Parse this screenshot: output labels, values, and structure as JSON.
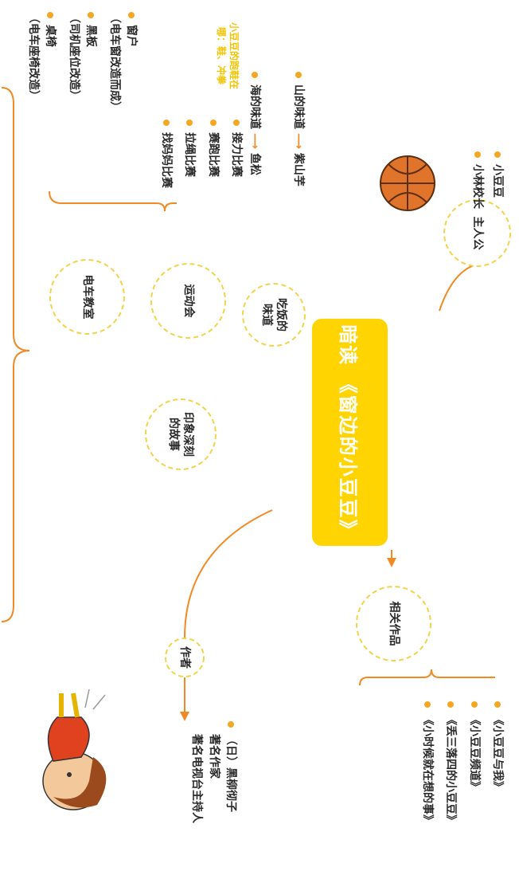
{
  "center": {
    "title": "暗读 《窗边的小豆豆》"
  },
  "branches": {
    "story": {
      "label": "印象深刻的故事"
    },
    "author": {
      "label": "作者",
      "details": [
        "（日）黑柳彻子",
        "著名作家",
        "著名电视台主持人"
      ]
    },
    "works": {
      "label": "相关作品",
      "items": [
        "《小豆豆与我》",
        "《小豆豆频道》",
        "《丢三落四的小豆豆》",
        "《小时候就在想的事》"
      ]
    },
    "characters": {
      "label": "主人公",
      "items": [
        "小豆豆",
        "小林校长"
      ]
    }
  },
  "sub": {
    "classroom": {
      "label": "电车教室",
      "items": [
        {
          "name": "窗户",
          "note": "（电车窗改造而成）"
        },
        {
          "name": "黑板",
          "note": "（司机座位改造）"
        },
        {
          "name": "桌椅",
          "note": "（电车座椅改造）"
        }
      ]
    },
    "sports": {
      "label": "运动会",
      "items": [
        "接力比赛",
        "赛跑比赛",
        "拉绳比赛",
        "找妈妈比赛"
      ],
      "note": "小豆豆的跑鞋在哪：鞋、冲拳"
    },
    "meal": {
      "label": "吃饭的味道",
      "items": [
        {
          "name": "山的味道",
          "value": "紫山芋"
        },
        {
          "name": "海的味道",
          "value": "鱼松"
        }
      ]
    }
  },
  "colors": {
    "accent": "#f5c400",
    "orange": "#f08a24",
    "dash": "#f2d34c"
  },
  "icons": [
    "basketball-icon",
    "cartoon-boy-icon"
  ]
}
